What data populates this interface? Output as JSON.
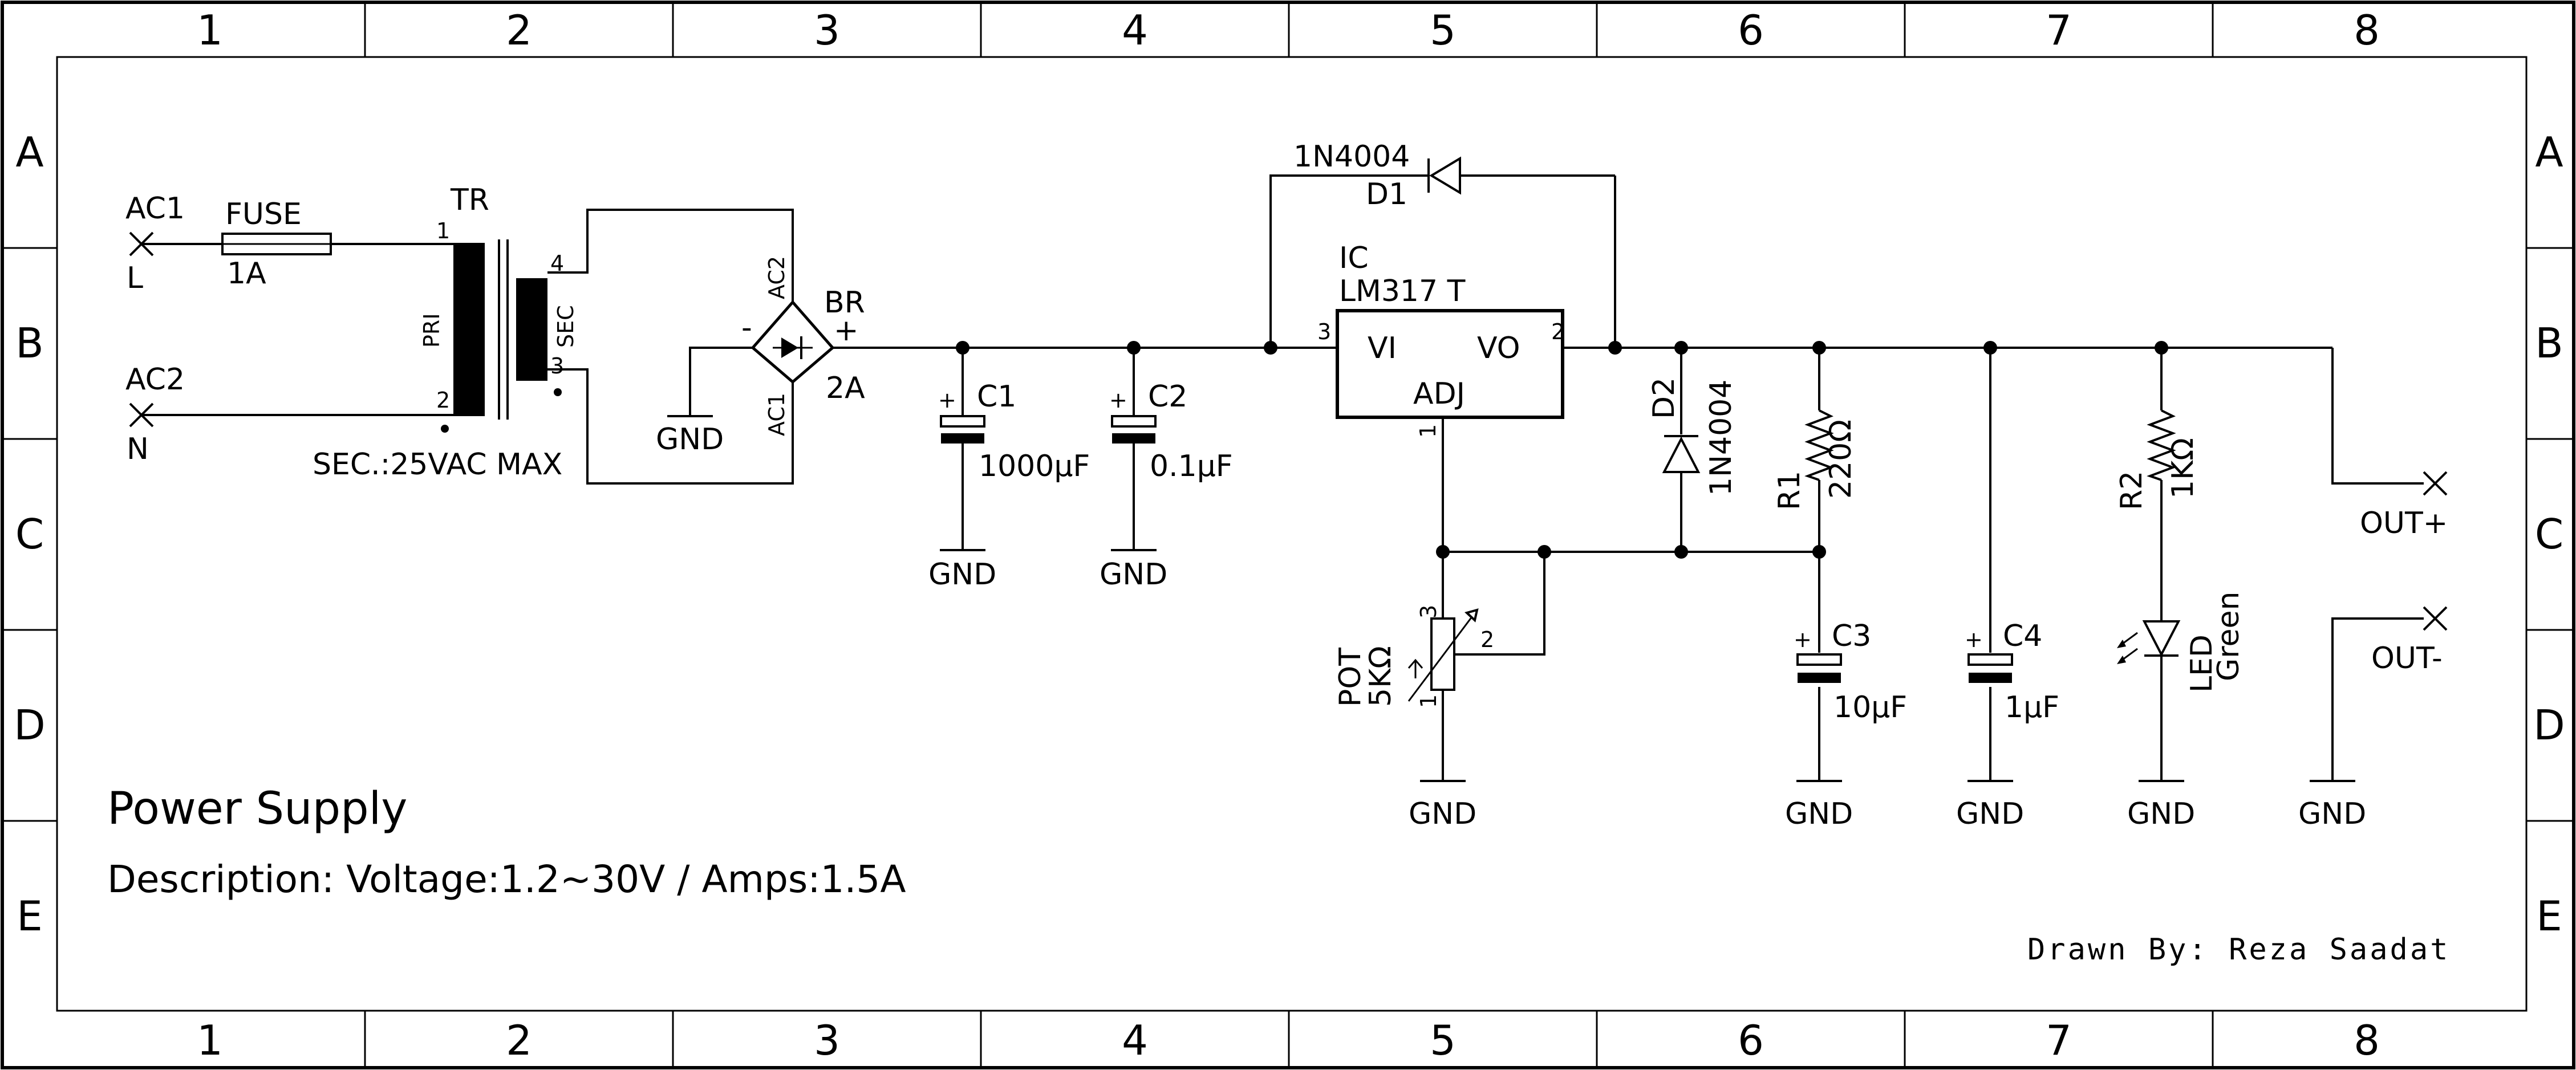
{
  "frame": {
    "columns": [
      "1",
      "2",
      "3",
      "4",
      "5",
      "6",
      "7",
      "8"
    ],
    "rows": [
      "A",
      "B",
      "C",
      "D",
      "E"
    ]
  },
  "title_block": {
    "title": "Power Supply",
    "description": "Description: Voltage:1.2~30V / Amps:1.5A",
    "drawn_by": "Drawn By: Reza Saadat"
  },
  "components": {
    "ac1": {
      "name": "AC1",
      "node": "L"
    },
    "ac2": {
      "name": "AC2",
      "node": "N"
    },
    "fuse": {
      "name": "FUSE",
      "value": "1A"
    },
    "transformer": {
      "name": "TR",
      "primary": "PRI",
      "secondary": "SEC",
      "note": "SEC.:25VAC MAX",
      "pin1": "1",
      "pin2": "2",
      "pin3": "3",
      "pin4": "4"
    },
    "bridge": {
      "name": "BR",
      "value": "2A",
      "ac_top": "AC2",
      "ac_bottom": "AC1",
      "minus": "-",
      "plus": "+"
    },
    "c1": {
      "name": "C1",
      "value": "1000µF"
    },
    "c2": {
      "name": "C2",
      "value": "0.1µF"
    },
    "d1": {
      "name": "D1",
      "value": "1N4004"
    },
    "ic": {
      "name": "IC",
      "value": "LM317 T",
      "vi": "VI",
      "vo": "VO",
      "adj": "ADJ",
      "pin_in": "3",
      "pin_out": "2",
      "pin_adj": "1"
    },
    "d2": {
      "name": "D2",
      "value": "1N4004"
    },
    "r1": {
      "name": "R1",
      "value": "220Ω"
    },
    "r2": {
      "name": "R2",
      "value": "1KΩ"
    },
    "pot": {
      "name": "POT",
      "value": "5KΩ",
      "pin1": "1",
      "pin2": "2",
      "pin3": "3"
    },
    "c3": {
      "name": "C3",
      "value": "10µF"
    },
    "c4": {
      "name": "C4",
      "value": "1µF"
    },
    "led": {
      "name": "LED",
      "value": "Green"
    },
    "out_plus": {
      "name": "OUT+"
    },
    "out_minus": {
      "name": "OUT-"
    }
  },
  "gnd": "GND",
  "cap_plus": "+"
}
